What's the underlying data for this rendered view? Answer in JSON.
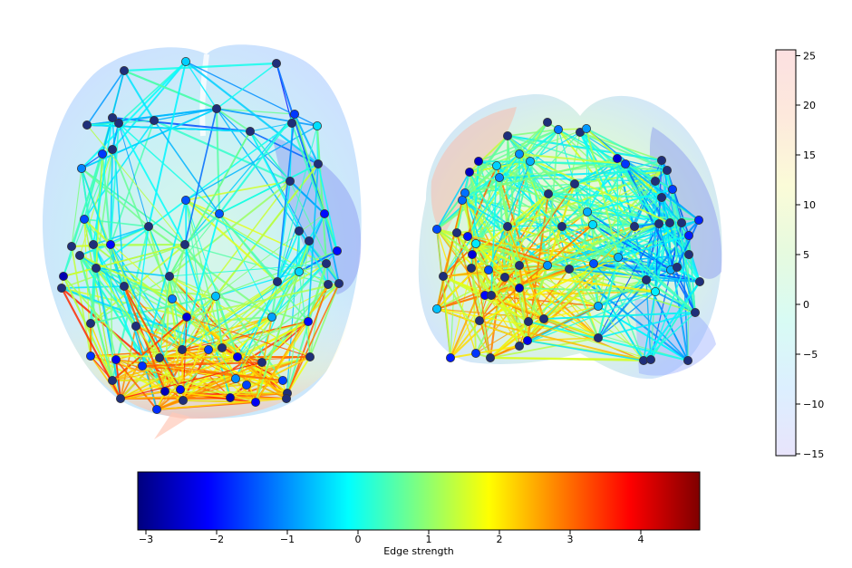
{
  "figure": {
    "horizontal_colorbar": {
      "label": "Edge strength",
      "ticks": [
        "−3",
        "−2",
        "−1",
        "0",
        "1",
        "2",
        "3",
        "4"
      ],
      "range": [
        -3.2,
        4.8
      ],
      "colormap": [
        "#00007f",
        "#0000ff",
        "#007fff",
        "#00ffff",
        "#7fff7f",
        "#ffff00",
        "#ff7f00",
        "#ff0000",
        "#7f0000"
      ]
    },
    "vertical_colorbar": {
      "ticks": [
        "25",
        "20",
        "15",
        "10",
        "5",
        "0",
        "−5",
        "−10",
        "−15"
      ],
      "range": [
        -15,
        26
      ],
      "colormap": [
        "#e8e4fb",
        "#dcefff",
        "#d8fbf4",
        "#e6fadf",
        "#fbfbd8",
        "#fde9dc",
        "#fce0e1"
      ]
    },
    "views": [
      "axial",
      "coronal"
    ]
  }
}
